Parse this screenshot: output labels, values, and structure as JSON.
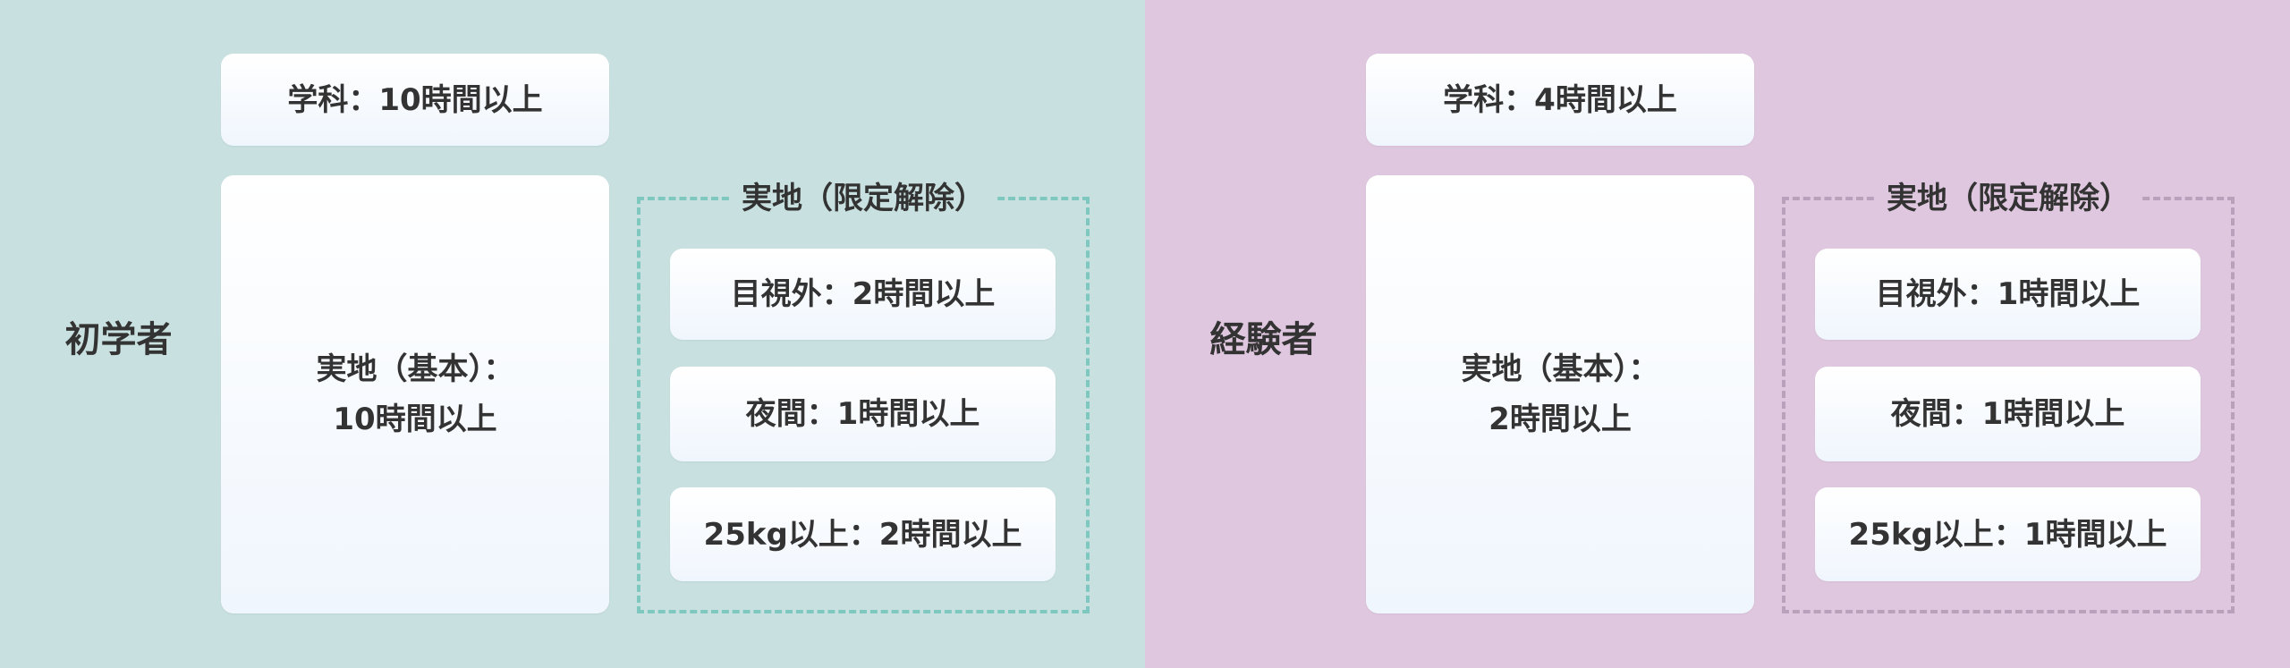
{
  "panels": [
    {
      "group": "初学者",
      "lecture": "学科：10時間以上",
      "practical_basic_line1": "実地（基本）：",
      "practical_basic_line2": "10時間以上",
      "limited_title": "実地（限定解除）",
      "limited": [
        "目視外：2時間以上",
        "夜間：1時間以上",
        "25kg以上：2時間以上"
      ]
    },
    {
      "group": "経験者",
      "lecture": "学科：4時間以上",
      "practical_basic_line1": "実地（基本）：",
      "practical_basic_line2": "2時間以上",
      "limited_title": "実地（限定解除）",
      "limited": [
        "目視外：1時間以上",
        "夜間：1時間以上",
        "25kg以上：1時間以上"
      ]
    }
  ],
  "colors": {
    "beginner_bg": "#c8e0df",
    "experienced_bg": "#dfc8df",
    "beginner_dash": "#7fc8c0",
    "experienced_dash": "#b9a0bb",
    "text": "#333333"
  }
}
